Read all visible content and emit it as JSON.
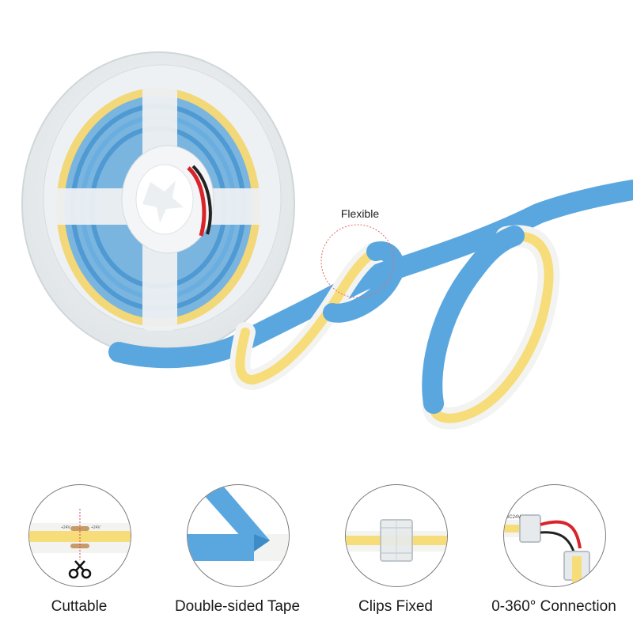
{
  "product": {
    "callout_label": "Flexible"
  },
  "features": [
    {
      "label": "Cuttable",
      "icon": "scissors-icon",
      "pad_text_left": "+24V",
      "pad_text_right": "+24V"
    },
    {
      "label": "Double-sided Tape",
      "icon": "tape-icon"
    },
    {
      "label": "Clips Fixed",
      "icon": "clip-icon"
    },
    {
      "label": "0-360° Connection",
      "icon": "connector-icon",
      "connector_text": "DC24V"
    }
  ],
  "colors": {
    "tape_blue": "#5aa7e0",
    "tape_blue_dark": "#3d8cc8",
    "led_yellow": "#f7dc7a",
    "led_edge": "#fbf1c8",
    "pcb_white": "#f3f4f2",
    "reel": "#e9edef",
    "wire_red": "#d8242b",
    "wire_black": "#222222"
  }
}
